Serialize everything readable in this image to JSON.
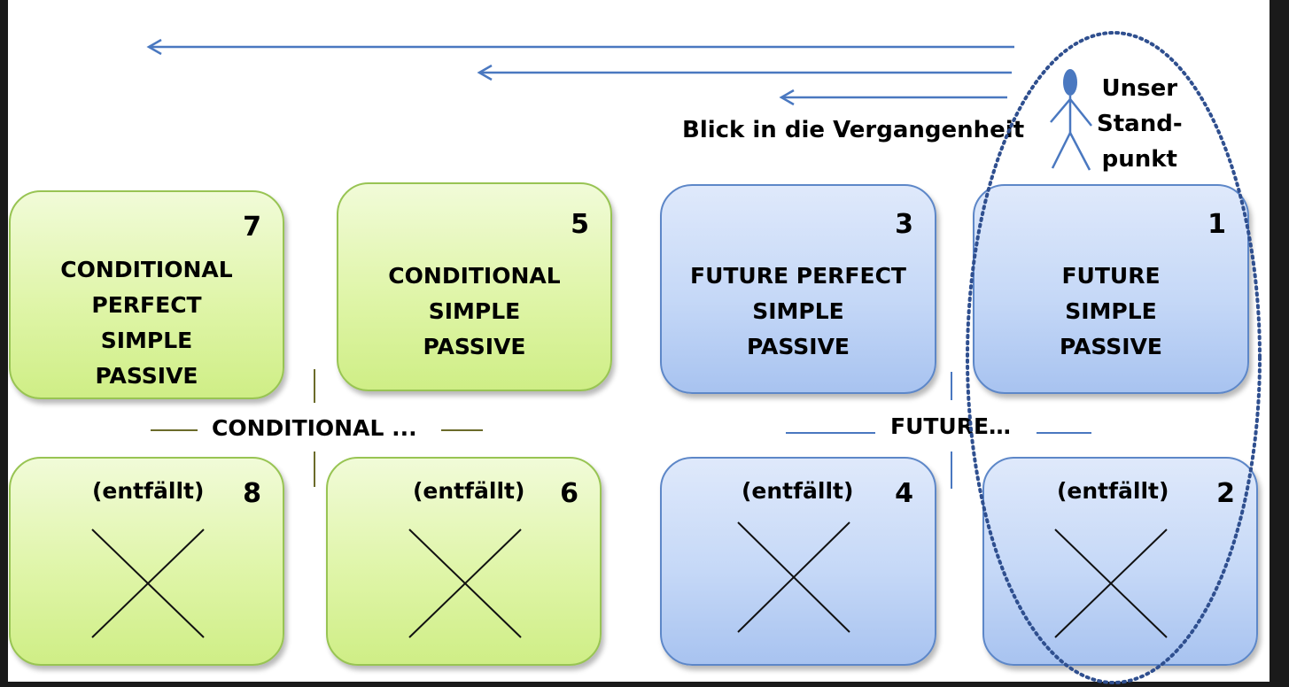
{
  "boxes": [
    {
      "id": "box-7",
      "number": "7",
      "label": "CONDITIONAL\nPERFECT\nSIMPLE\nPASSIVE",
      "color": "green"
    },
    {
      "id": "box-5",
      "number": "5",
      "label": "CONDITIONAL\nSIMPLE\nPASSIVE",
      "color": "green"
    },
    {
      "id": "box-3",
      "number": "3",
      "label": "FUTURE PERFECT\nSIMPLE\nPASSIVE",
      "color": "blue"
    },
    {
      "id": "box-1",
      "number": "1",
      "label": "FUTURE\nSIMPLE\nPASSIVE",
      "color": "blue"
    },
    {
      "id": "box-8",
      "number": "8",
      "note": "(entfällt)",
      "color": "green"
    },
    {
      "id": "box-6",
      "number": "6",
      "note": "(entfällt)",
      "color": "green"
    },
    {
      "id": "box-4",
      "number": "4",
      "note": "(entfällt)",
      "color": "blue"
    },
    {
      "id": "box-2",
      "number": "2",
      "note": "(entfällt)",
      "color": "blue"
    }
  ],
  "group_labels": {
    "conditional": "CONDITIONAL ...",
    "future": "FUTURE…"
  },
  "past_view_label": "Blick in die Vergangenheit",
  "standpoint_label": "Unser\nStand-\npunkt",
  "colors": {
    "green_fill": "#dff5a8",
    "green_border": "#98c453",
    "blue_fill": "#c5d8f7",
    "blue_border": "#5d87c8",
    "arrow": "#4a78c0",
    "divider_olive": "#6b6b2a"
  },
  "icons": [
    "stick-figure-icon",
    "cross-icon"
  ]
}
